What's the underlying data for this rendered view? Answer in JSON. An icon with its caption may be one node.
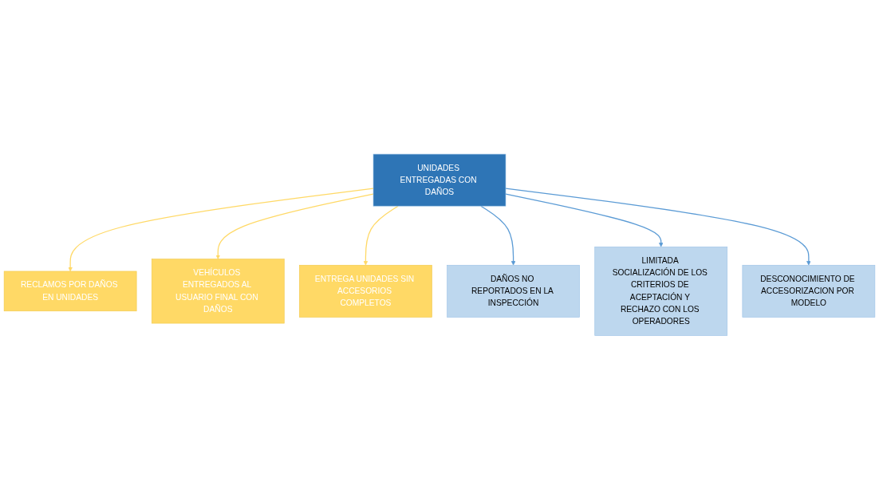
{
  "diagram": {
    "nodes": [
      {
        "text": [
          "RECLAMOS POR DAÑOS EN UNIDADES"
        ]
      },
      {
        "text": [
          "VEHÍCULOS ENTREGADOS AL USUARIO FINAL CON DAÑOS"
        ]
      },
      {
        "text": [
          "ENTREGA UNIDADES SIN ACCESORIOS COMPLETOS"
        ]
      },
      {
        "text": [
          "UNIDADES ENTREGADAS CON DAÑOS"
        ]
      },
      {
        "text": [
          "DAÑOS NO REPORTADOS EN LA INSPECCIÓN"
        ]
      },
      {
        "text": [
          "LIMITADA SOCIALIZACIÓN DE LOS CRITERIOS DE ACEPTACIÓN Y RECHAZO CON LOS OPERADORES"
        ]
      },
      {
        "text": [
          "DESCONOCIMIENTO DE ACCESORIZACION POR MODELO"
        ]
      }
    ],
    "edges": [
      {
        "from": 3,
        "to": 0,
        "arrow": "to",
        "color": "#ffd966"
      },
      {
        "from": 3,
        "to": 1,
        "arrow": "to",
        "color": "#ffd966"
      },
      {
        "from": 3,
        "to": 2,
        "arrow": "to",
        "color": "#ffd966"
      },
      {
        "from": 3,
        "to": 4,
        "arrow": "to",
        "color": "#5b9bd5"
      },
      {
        "from": 3,
        "to": 5,
        "arrow": "to",
        "color": "#5b9bd5"
      },
      {
        "from": 3,
        "to": 6,
        "arrow": "to",
        "color": "#5b9bd5"
      }
    ]
  }
}
